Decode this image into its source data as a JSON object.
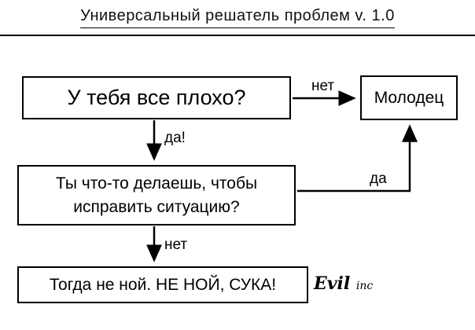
{
  "title": "Универсальный решатель проблем v. 1.0",
  "nodes": {
    "q1": "У тебя все плохо?",
    "result": "Молодец",
    "q2_line1": "Ты что-то делаешь, чтобы",
    "q2_line2": "исправить ситуацию?",
    "final": "Тогда не ной. НЕ НОЙ, СУКА!"
  },
  "edge_labels": {
    "no1": "нет",
    "yes1": "да!",
    "yes2": "да",
    "no2": "нет"
  },
  "watermark": {
    "name": "Evil",
    "suffix": "inc"
  },
  "colors": {
    "line": "#000000",
    "background": "#ffffff",
    "text": "#000000"
  }
}
